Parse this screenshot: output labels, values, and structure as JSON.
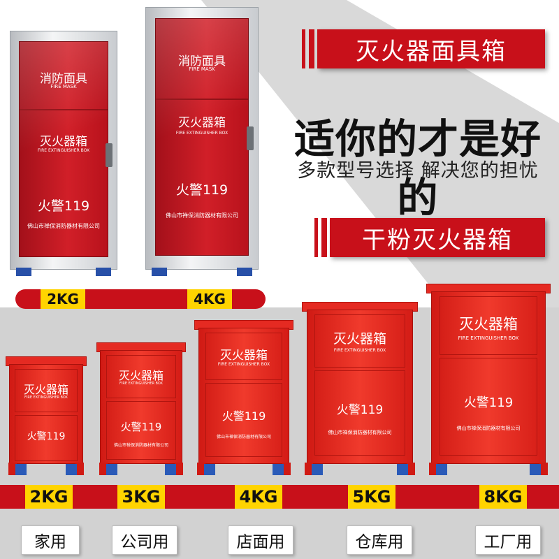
{
  "banners": {
    "mask_box": "灭火器面具箱",
    "dry_powder_box": "干粉灭火器箱"
  },
  "slogan": "适你的才是好的",
  "subslogan": "多款型号选择 解决您的担忧",
  "glass_cabinets": [
    {
      "mask_cn": "消防面具",
      "mask_en": "FIRE MASK",
      "box_cn": "灭火器箱",
      "box_en": "FIRE EXTINGUISHER BOX",
      "alarm": "火警119",
      "company": "佛山市禅保消防器材有限公司",
      "size": "2KG"
    },
    {
      "mask_cn": "消防面具",
      "mask_en": "FIRE MASK",
      "box_cn": "灭火器箱",
      "box_en": "FIRE EXTINGUISHER BOX",
      "alarm": "火警119",
      "company": "佛山市禅保消防器材有限公司",
      "size": "4KG"
    }
  ],
  "red_cabinets": [
    {
      "box_cn": "灭火器箱",
      "box_en": "FIRE EXTINGUISHER BOX",
      "alarm": "火警119",
      "company": "",
      "size": "2KG",
      "usage": "家用"
    },
    {
      "box_cn": "灭火器箱",
      "box_en": "FIRE EXTINGUISHER BOX",
      "alarm": "火警119",
      "company": "佛山市禅保消防器材有限公司",
      "size": "3KG",
      "usage": "公司用"
    },
    {
      "box_cn": "灭火器箱",
      "box_en": "FIRE EXTINGUISHER BOX",
      "alarm": "火警119",
      "company": "佛山市禅保消防器材有限公司",
      "size": "4KG",
      "usage": "店面用"
    },
    {
      "box_cn": "灭火器箱",
      "box_en": "FIRE EXTINGUISHER BOX",
      "alarm": "火警119",
      "company": "佛山市禅保消防器材有限公司",
      "size": "5KG",
      "usage": "仓库用"
    },
    {
      "box_cn": "灭火器箱",
      "box_en": "FIRE EXTINGUISHER BOX",
      "alarm": "火警119",
      "company": "佛山市禅保消防器材有限公司",
      "size": "8KG",
      "usage": "工厂用"
    }
  ],
  "colors": {
    "brand_red": "#c8101a",
    "size_yellow": "#ffd400",
    "foot_blue": "#2850a8"
  }
}
